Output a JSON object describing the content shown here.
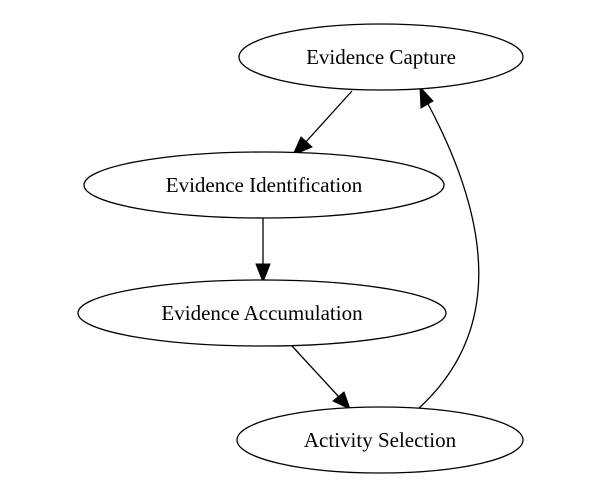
{
  "nodes": {
    "capture": {
      "label": "Evidence Capture"
    },
    "identification": {
      "label": "Evidence Identification"
    },
    "accumulation": {
      "label": "Evidence Accumulation"
    },
    "selection": {
      "label": "Activity Selection"
    }
  },
  "edges": [
    {
      "from": "Evidence Capture",
      "to": "Evidence Identification"
    },
    {
      "from": "Evidence Identification",
      "to": "Evidence Accumulation"
    },
    {
      "from": "Evidence Accumulation",
      "to": "Activity Selection"
    },
    {
      "from": "Activity Selection",
      "to": "Evidence Capture"
    }
  ]
}
